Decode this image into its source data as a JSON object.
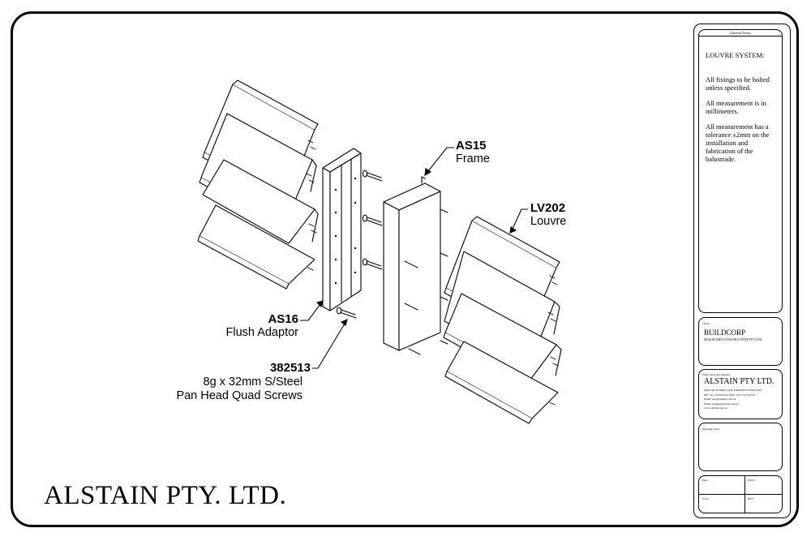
{
  "title": "ALSTAIN PTY. LTD.",
  "callouts": [
    {
      "id": "frame",
      "code": "AS15",
      "desc": "Frame"
    },
    {
      "id": "louvre",
      "code": "LV202",
      "desc": "Louvre"
    },
    {
      "id": "adaptor",
      "code": "AS16",
      "desc": "Flush Adaptor"
    },
    {
      "id": "screws",
      "code": "382513",
      "desc_line1": "8g x 32mm S/Steel",
      "desc_line2": "Pan Head Quad Screws"
    }
  ],
  "title_block": {
    "notes_header": "General Notes",
    "notes_title": "LOUVRE SYSTEM:",
    "notes": [
      "All fixings to be bolted unless specified.",
      "All measurement is in millimeters.",
      "All measurement has a tolerance ±2mm on the installation and fabrication of the balustrade."
    ],
    "client_label": "Client",
    "client_name": "BUILDCORP",
    "client_sub": "BUILDCORP CONSTRUCTION PTY LTD.",
    "company_label": "Fabrication and Installer",
    "company_name": "ALSTAIN PTY LTD.",
    "company_lines": [
      "UNIT 40/ 10 MILLS RD, FAIRFIELD NSW 2165",
      "PH: +61 2 9725 8112 FAX: +61 2 9725 8113",
      "Email: info@alstain.com.au",
      "Email: design@alstain.com.au",
      "www.alstain.com.au"
    ],
    "drawing_notes_label": "Drawing Notes",
    "footer": {
      "date": "Date",
      "drawn": "DWG:",
      "scale": "Scale",
      "rev": "REV:"
    }
  }
}
